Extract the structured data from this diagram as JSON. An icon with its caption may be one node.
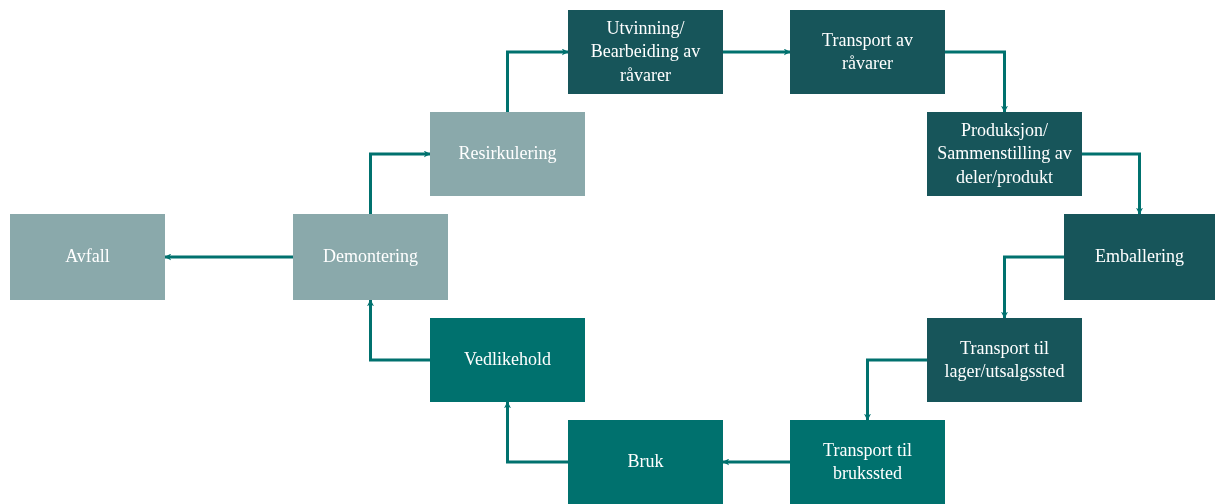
{
  "diagram": {
    "nodes": [
      {
        "text": [
          "Utvinning/ Bearbeiding av råvarer"
        ]
      },
      {
        "text": [
          "Transport av råvarer"
        ]
      },
      {
        "text": [
          "Produksjon/ Sammenstilling av deler/produkt"
        ]
      },
      {
        "text": [
          "Emballering"
        ]
      },
      {
        "text": [
          "Transport til lager/utsalgssted"
        ]
      },
      {
        "text": [
          "Transport til brukssted"
        ]
      },
      {
        "text": [
          "Bruk"
        ]
      },
      {
        "text": [
          "Vedlikehold"
        ]
      },
      {
        "text": [
          "Demontering"
        ]
      },
      {
        "text": [
          "Avfall"
        ]
      },
      {
        "text": [
          "Resirkulering"
        ]
      }
    ],
    "edges": [
      {
        "from": 0,
        "to": 1,
        "arrow": "to"
      },
      {
        "from": 1,
        "to": 2,
        "arrow": "to"
      },
      {
        "from": 2,
        "to": 3,
        "arrow": "to"
      },
      {
        "from": 3,
        "to": 4,
        "arrow": "to"
      },
      {
        "from": 4,
        "to": 5,
        "arrow": "to"
      },
      {
        "from": 5,
        "to": 6,
        "arrow": "to"
      },
      {
        "from": 6,
        "to": 7,
        "arrow": "to"
      },
      {
        "from": 7,
        "to": 8,
        "arrow": "to"
      },
      {
        "from": 8,
        "to": 9,
        "arrow": "to"
      },
      {
        "from": 8,
        "to": 10,
        "arrow": "to"
      },
      {
        "from": 10,
        "to": 0,
        "arrow": "to"
      }
    ]
  }
}
